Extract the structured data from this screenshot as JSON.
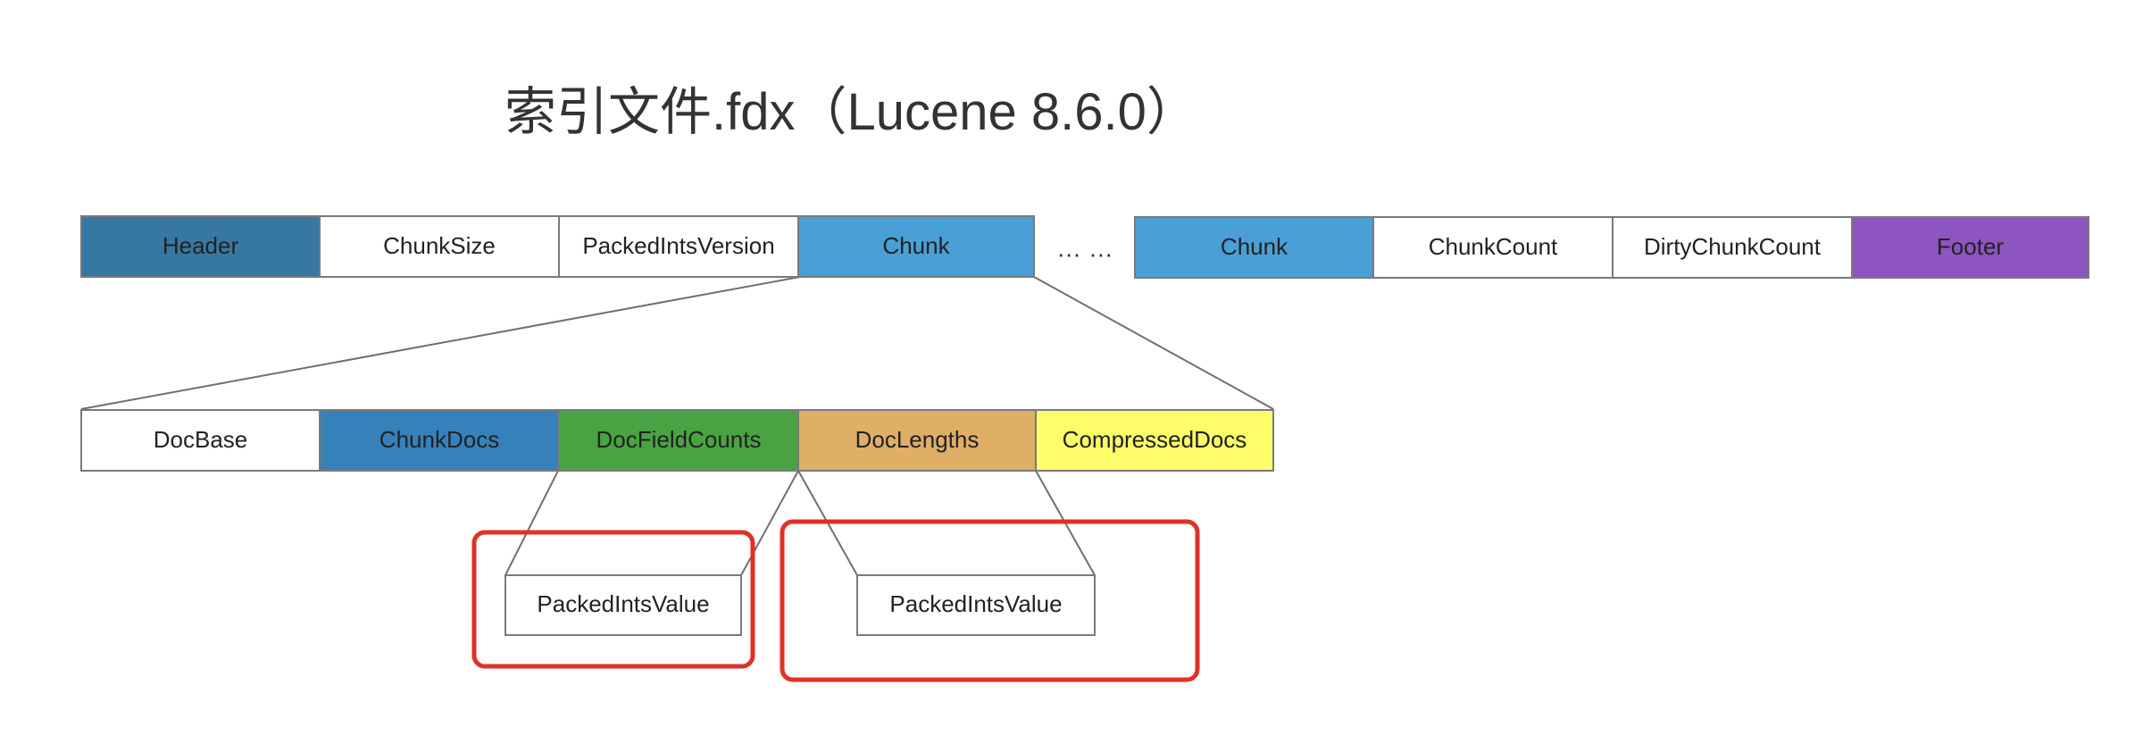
{
  "title": "索引文件.fdx（Lucene 8.6.0）",
  "ellipsis": "… …",
  "top_row": [
    {
      "id": "header",
      "label": "Header",
      "color": "#3778a3"
    },
    {
      "id": "chunk-size",
      "label": "ChunkSize",
      "color": "#ffffff"
    },
    {
      "id": "packed-ints-version",
      "label": "PackedIntsVersion",
      "color": "#ffffff"
    },
    {
      "id": "chunk",
      "label": "Chunk",
      "color": "#4a9fd6"
    }
  ],
  "top_row_right": [
    {
      "id": "chunk-2",
      "label": "Chunk",
      "color": "#4a9fd6"
    },
    {
      "id": "chunk-count",
      "label": "ChunkCount",
      "color": "#ffffff"
    },
    {
      "id": "dirty-chunk-count",
      "label": "DirtyChunkCount",
      "color": "#ffffff"
    },
    {
      "id": "footer",
      "label": "Footer",
      "color": "#8e54bf"
    }
  ],
  "chunk_row": [
    {
      "id": "doc-base",
      "label": "DocBase",
      "color": "#ffffff"
    },
    {
      "id": "chunk-docs",
      "label": "ChunkDocs",
      "color": "#3781ba"
    },
    {
      "id": "doc-field-counts",
      "label": "DocFieldCounts",
      "color": "#4aa343"
    },
    {
      "id": "doc-lengths",
      "label": "DocLengths",
      "color": "#dfae67"
    },
    {
      "id": "compressed-docs",
      "label": "CompressedDocs",
      "color": "#fdfd6a"
    }
  ],
  "packed_values": [
    {
      "id": "field-counts-packed-ints-value",
      "label": "PackedIntsValue",
      "color": "#ffffff"
    },
    {
      "id": "lengths-packed-ints-value",
      "label": "PackedIntsValue",
      "color": "#ffffff"
    }
  ],
  "highlight_color": "#e03127",
  "connector_color": "#6f6f6f"
}
